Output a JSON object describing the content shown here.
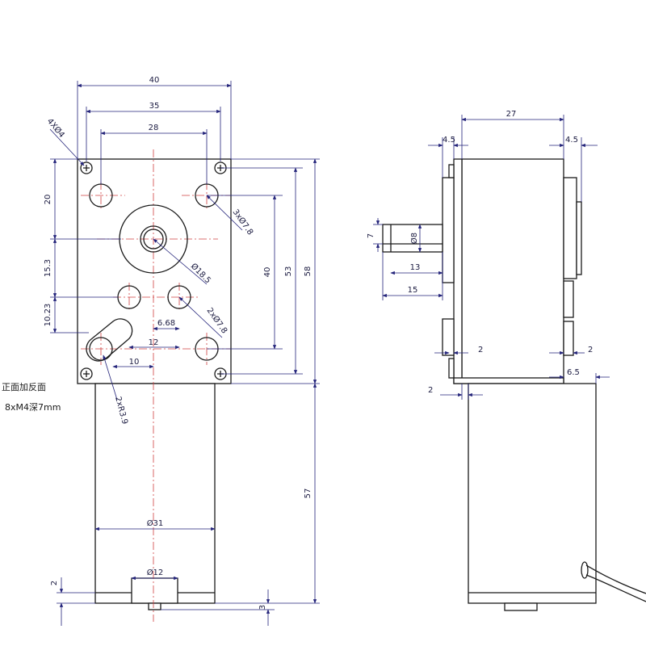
{
  "front_view": {
    "dimensions": {
      "width_40": "40",
      "width_35": "35",
      "width_28": "28",
      "holes_4x": "4XØ4",
      "height_20": "20",
      "height_15_3": "15.3",
      "height_10_23": "10.23",
      "hole_3x": "3xØ7.8",
      "hub_dia": "Ø18.5",
      "hole_2x": "2xØ7.8",
      "offset_6_68": "6.68",
      "offset_12": "12",
      "offset_10": "10",
      "height_40": "40",
      "height_53": "53",
      "height_58": "58",
      "slot_r": "2xR3.9",
      "motor_dia": "Ø31",
      "boss_dia": "Ø12",
      "motor_len": "57",
      "end_2": "2",
      "end_3": "3"
    },
    "note_line1": "正面加反面",
    "note_line2": "8xM4深7mm"
  },
  "side_view": {
    "dimensions": {
      "depth_27": "27",
      "left_4_5": "4.5",
      "right_4_5": "4.5",
      "shaft_7": "7",
      "shaft_dia": "Ø8",
      "shaft_13": "13",
      "shaft_15": "15",
      "gap_left_2": "2",
      "gap_right_2": "2",
      "right_6_5": "6.5",
      "base_2": "2"
    }
  }
}
